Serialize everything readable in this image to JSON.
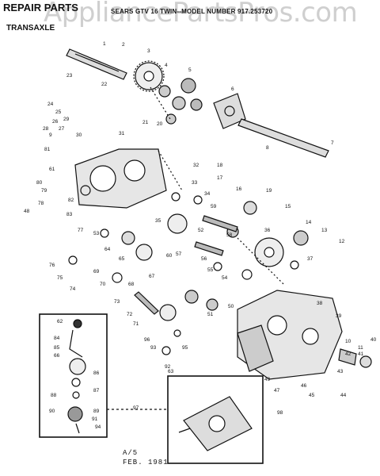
{
  "header": {
    "title": "REPAIR PARTS",
    "model_line": "SEARS GTV 16 TWIN--MODEL NUMBER 917.253720",
    "subtitle": "TRANSAXLE"
  },
  "watermark": "AppliancePartsPros.com",
  "footer": {
    "line1": "A/5",
    "line2": "FEB. 1981"
  },
  "part_labels": [
    "1",
    "2",
    "3",
    "4",
    "5",
    "6",
    "7",
    "8",
    "9",
    "10",
    "11",
    "12",
    "13",
    "14",
    "15",
    "16",
    "17",
    "18",
    "19",
    "20",
    "21",
    "22",
    "23",
    "24",
    "25",
    "26",
    "27",
    "28",
    "29",
    "30",
    "31",
    "32",
    "33",
    "34",
    "35",
    "36",
    "37",
    "38",
    "39",
    "40",
    "41",
    "42",
    "43",
    "44",
    "45",
    "46",
    "47",
    "48",
    "49",
    "50",
    "51",
    "52",
    "53",
    "54",
    "55",
    "56",
    "57",
    "58",
    "59",
    "60",
    "61",
    "62",
    "63",
    "64",
    "65",
    "66",
    "67",
    "68",
    "69",
    "70",
    "71",
    "72",
    "73",
    "74",
    "75",
    "76",
    "77",
    "78",
    "79",
    "80",
    "81",
    "82",
    "83",
    "84",
    "85",
    "86",
    "87",
    "88",
    "89",
    "90",
    "91",
    "92",
    "93",
    "94",
    "95",
    "96",
    "97",
    "98"
  ]
}
